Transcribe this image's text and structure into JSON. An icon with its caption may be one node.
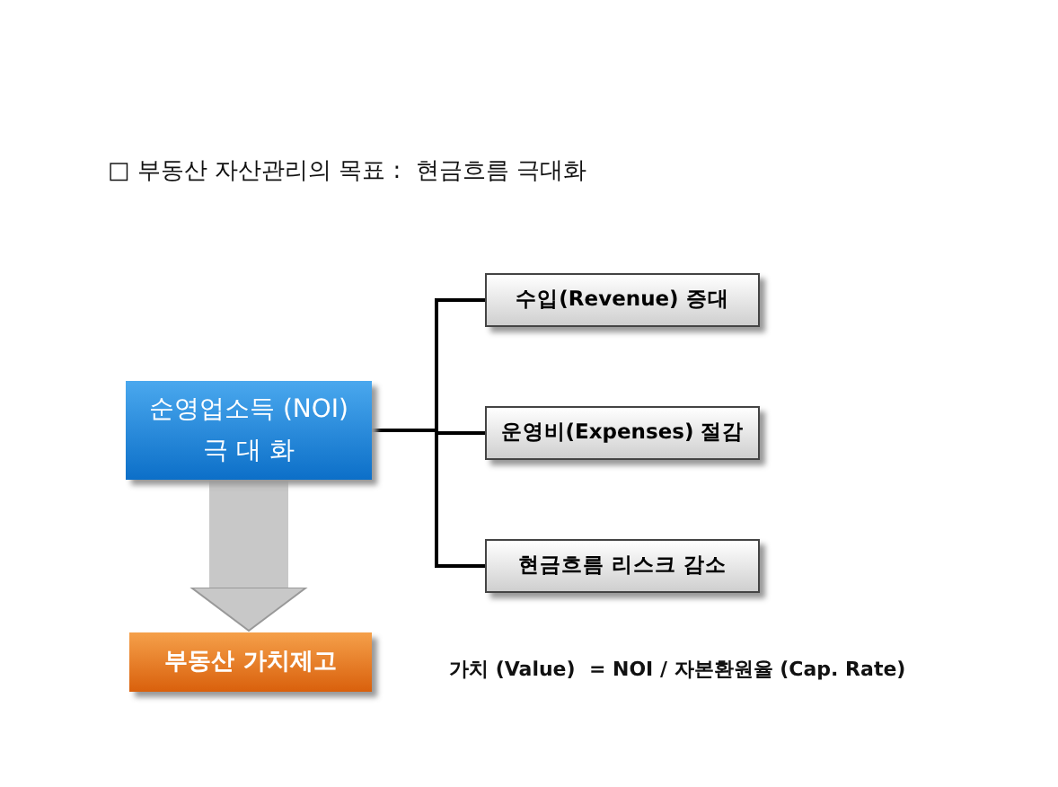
{
  "diagram": {
    "title": "□ 부동산 자산관리의 목표 :  현금흐름 극대화",
    "nodes": [
      {
        "text": [
          "순영업소득 (NOI)",
          "극 대 화"
        ]
      },
      {
        "text": [
          "수입(Revenue) 증대"
        ]
      },
      {
        "text": [
          "운영비(Expenses) 절감"
        ]
      },
      {
        "text": [
          "현금흐름 리스크 감소"
        ]
      },
      {
        "text": [
          "부동산 가치제고"
        ]
      }
    ],
    "edges": [
      {
        "from": 0,
        "to": 1,
        "arrow": "none"
      },
      {
        "from": 0,
        "to": 2,
        "arrow": "none"
      },
      {
        "from": 0,
        "to": 3,
        "arrow": "none"
      },
      {
        "from": 0,
        "to": 4,
        "arrow": "to",
        "style": "thick",
        "color": "#c8c8c8"
      }
    ],
    "labels": [
      "가치 (Value)  = NOI / 자본환원율 (Cap. Rate)"
    ]
  }
}
